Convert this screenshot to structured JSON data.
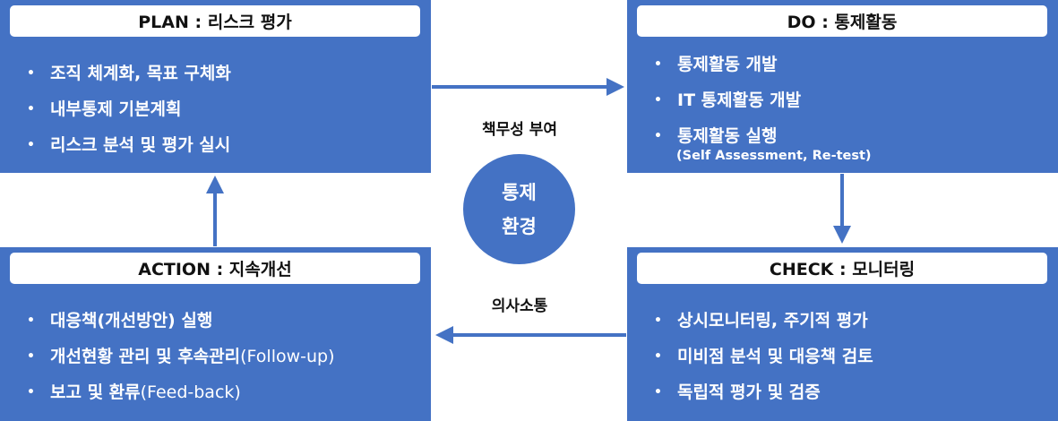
{
  "plan": {
    "title": "PLAN : 리스크 평가",
    "items": [
      "조직 체계화, 목표 구체화",
      "내부통제 기본계획",
      "리스크 분석 및 평가 실시"
    ]
  },
  "do": {
    "title": "DO : 통제활동",
    "items": [
      "통제활동 개발",
      "IT 통제활동 개발",
      "통제활동 실행"
    ],
    "note": "(Self Assessment, Re-test)"
  },
  "check": {
    "title": "CHECK : 모니터링",
    "items": [
      "상시모니터링, 주기적 평가",
      "미비점 분석 및 대응책 검토",
      "독립적 평가 및 검증"
    ]
  },
  "action": {
    "title": "ACTION : 지속개선",
    "items": [
      "대응책(개선방안) 실행",
      "개선현황 관리 및 후속관리",
      "보고 및 환류"
    ],
    "item_suffix": [
      "",
      "(Follow-up)",
      "(Feed-back)"
    ]
  },
  "center": {
    "top_label": "책무성 부여",
    "circle_line1": "통제",
    "circle_line2": "환경",
    "bottom_label": "의사소통"
  },
  "colors": {
    "box": "#4472C4",
    "header": "#ffffff",
    "arrow": "#4472C4"
  }
}
